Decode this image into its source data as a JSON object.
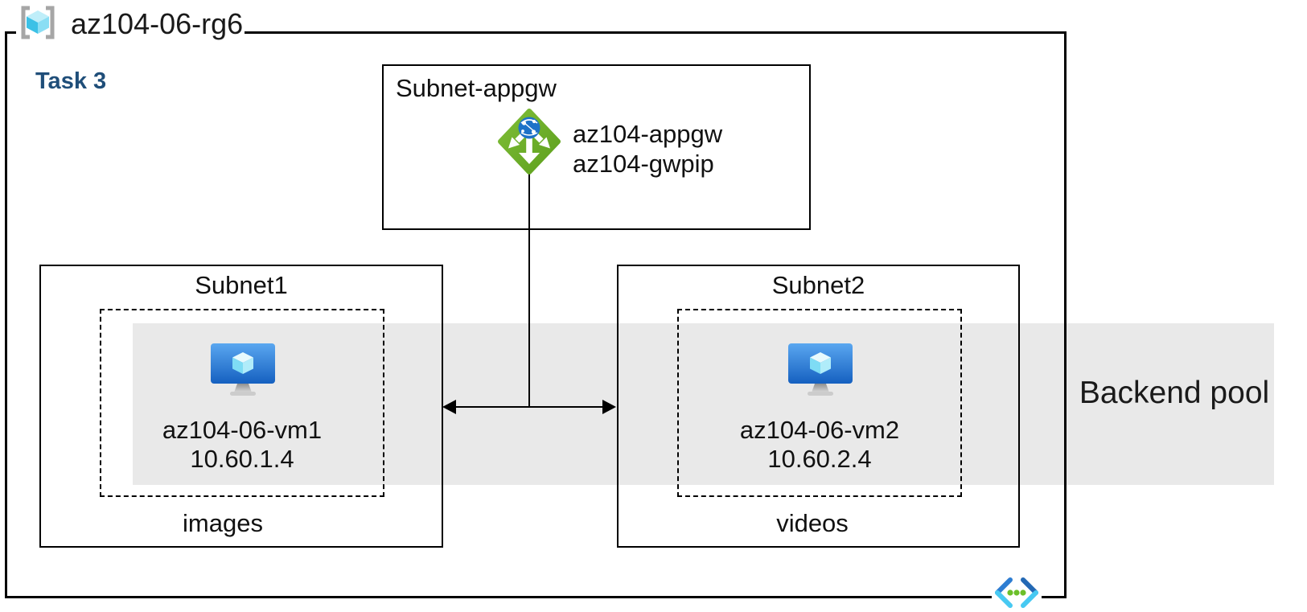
{
  "resource_group": {
    "name": "az104-06-rg6",
    "task_label": "Task 3"
  },
  "appgw_subnet": {
    "title": "Subnet-appgw",
    "gateway_name": "az104-appgw",
    "gateway_public_ip": "az104-gwpip"
  },
  "subnet1": {
    "title": "Subnet1",
    "vm_name": "az104-06-vm1",
    "vm_ip": "10.60.1.4",
    "caption": "images"
  },
  "subnet2": {
    "title": "Subnet2",
    "vm_name": "az104-06-vm2",
    "vm_ip": "10.60.2.4",
    "caption": "videos"
  },
  "backend_pool": {
    "label": "Backend pool"
  },
  "icons": {
    "resource_group": "azure-resource-group-icon",
    "application_gateway": "azure-application-gateway-icon",
    "virtual_machine": "azure-virtual-machine-icon",
    "virtual_network": "azure-virtual-network-icon"
  },
  "colors": {
    "task_label": "#1f4e79",
    "backend_band": "#e9e9e9",
    "gateway_green": "#6fae2b",
    "globe_blue": "#1d72c8",
    "vm_blue_top": "#57a5ef",
    "vm_blue_bottom": "#1560c0",
    "cube_cyan": "#50c8ef",
    "vnet_dot_green": "#6cbf2a",
    "line_black": "#000000"
  }
}
